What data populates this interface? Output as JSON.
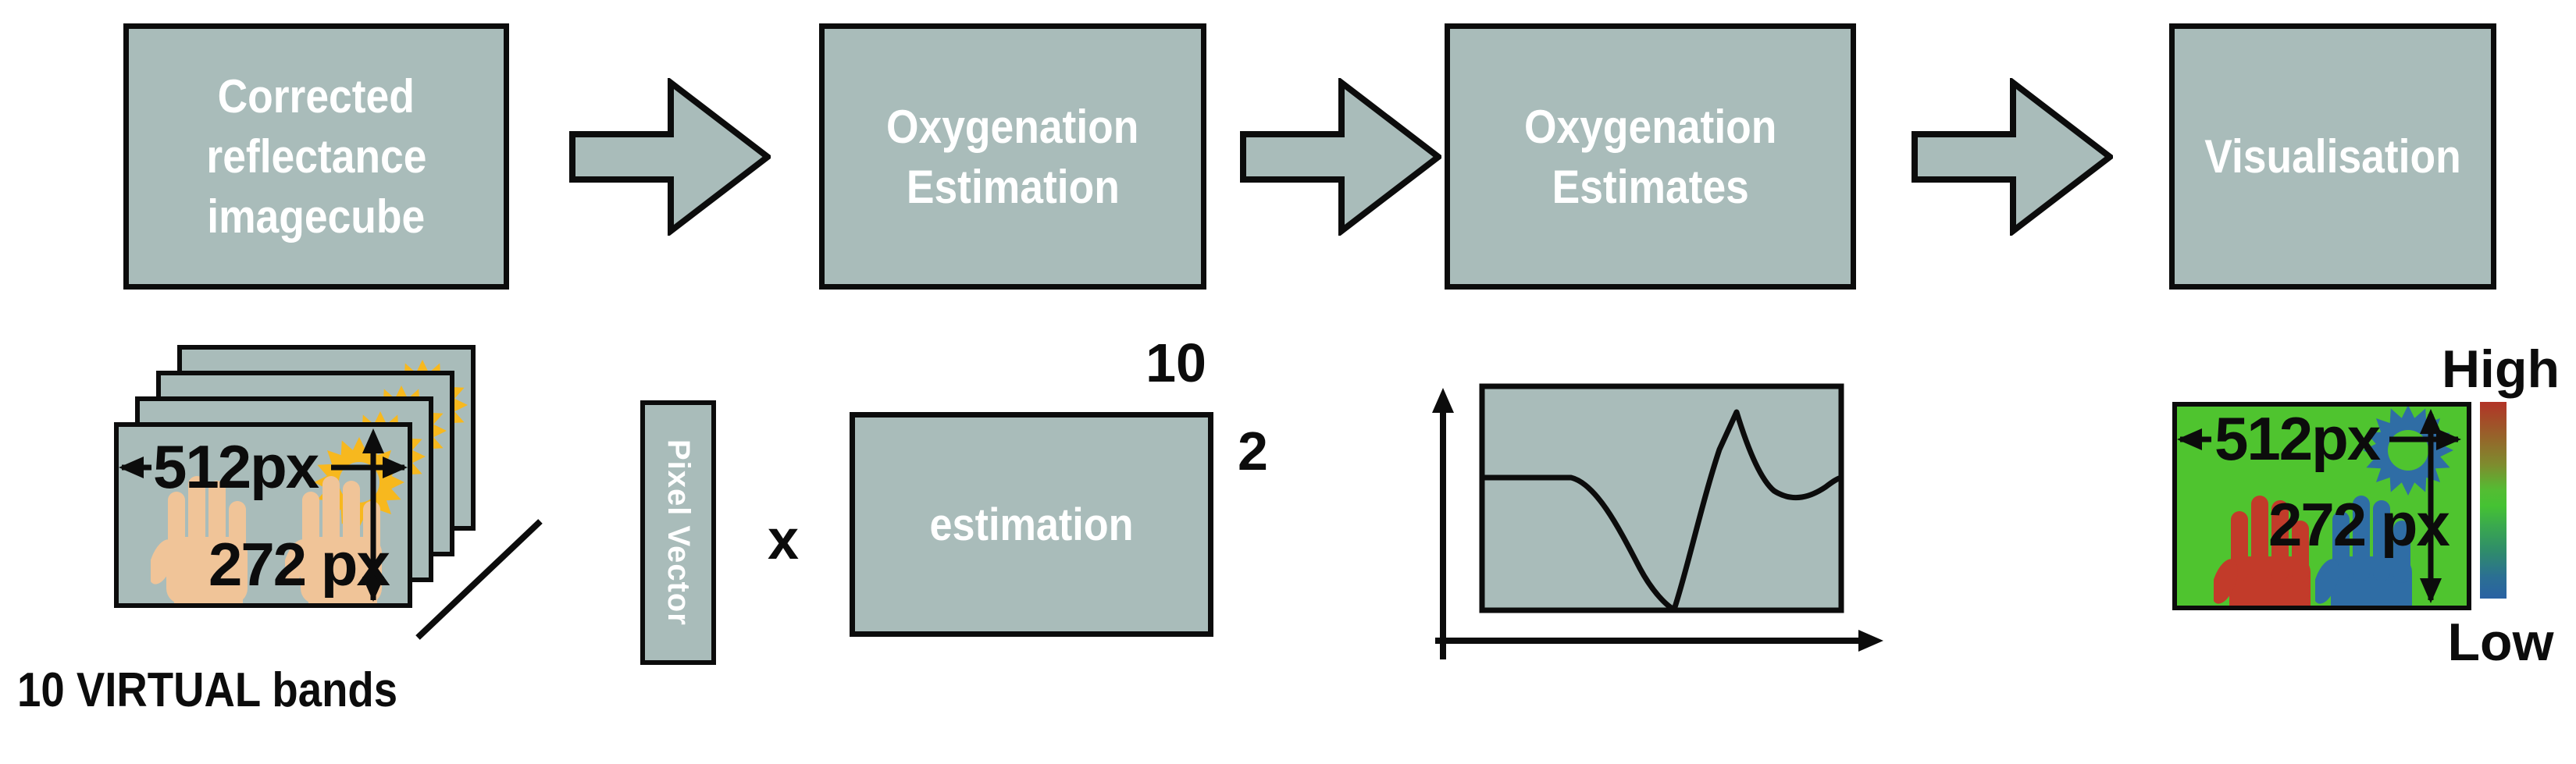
{
  "flow": {
    "steps": [
      {
        "lines": [
          "Corrected",
          "reflectance",
          "imagecube"
        ]
      },
      {
        "lines": [
          "Oxygenation",
          "Estimation"
        ]
      },
      {
        "lines": [
          "Oxygenation",
          "Estimates"
        ]
      },
      {
        "lines": [
          "Visualisation"
        ]
      }
    ]
  },
  "imagecube": {
    "width_label": "512px",
    "height_label": "272 px",
    "caption": "10 VIRTUAL bands",
    "band_count": 4
  },
  "estimation": {
    "vector_label": "Pixel Vector",
    "operator": "x",
    "matrix_label": "estimation",
    "dim_top": "10",
    "dim_right": "2"
  },
  "output_map": {
    "width_label": "512px",
    "height_label": "272 px",
    "scale_high": "High",
    "scale_low": "Low"
  },
  "colors": {
    "panel_gray": "#a9bcba",
    "outline_black": "#0c0c0c",
    "map_green": "#4fc42f",
    "hand_skin": "#f0c498",
    "hand_red": "#c23b2a",
    "hand_blue": "#2f6da5",
    "sun_yellow": "#f7b81e",
    "sun_blue": "#2f6da5",
    "colorbar_stops": [
      "#b23327",
      "#96642a",
      "#7e8c2e",
      "#53bd33",
      "#45c233",
      "#3aa94e",
      "#2f8c6b",
      "#2b6f93",
      "#2a62a3"
    ]
  }
}
